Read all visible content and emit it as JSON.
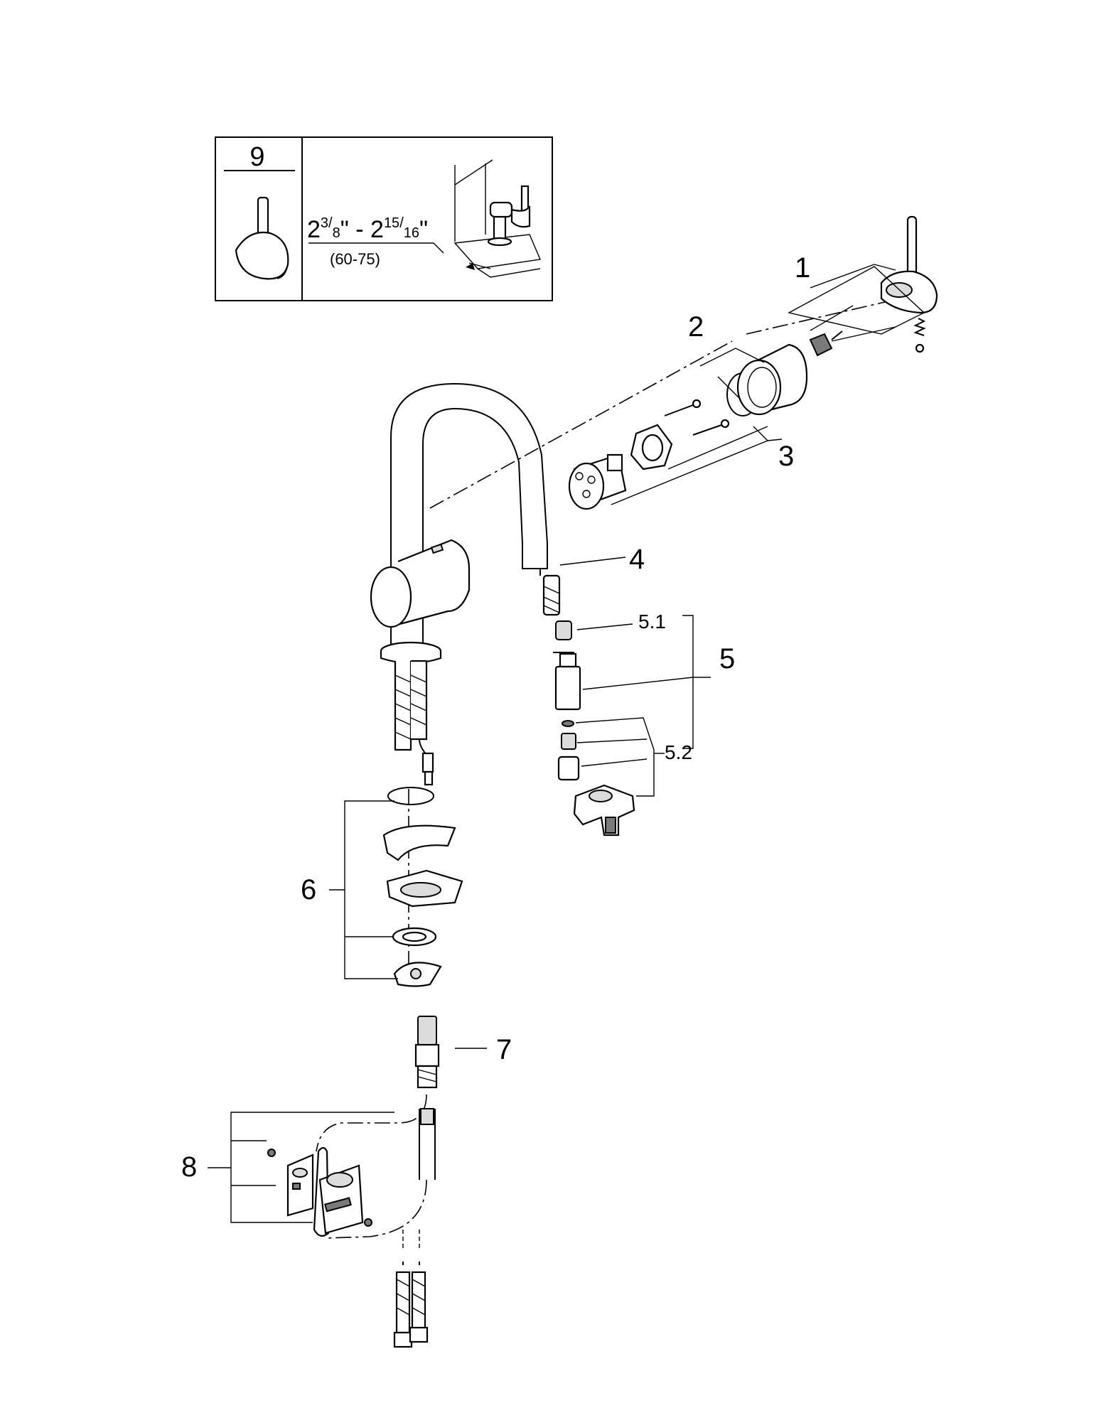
{
  "inset": {
    "item_number": "9",
    "dimension_inch_main": "2",
    "dimension_inch_num1": "3",
    "dimension_inch_den1": "8",
    "dimension_inch_sep": "\" - 2",
    "dimension_inch_num2": "15",
    "dimension_inch_den2": "16",
    "dimension_inch_end": "\"",
    "dimension_mm": "(60-75)"
  },
  "callouts": {
    "c1": "1",
    "c2": "2",
    "c3": "3",
    "c4": "4",
    "c5": "5",
    "c5_1": "5.1",
    "c5_2": "5.2",
    "c6": "6",
    "c7": "7",
    "c8": "8"
  }
}
